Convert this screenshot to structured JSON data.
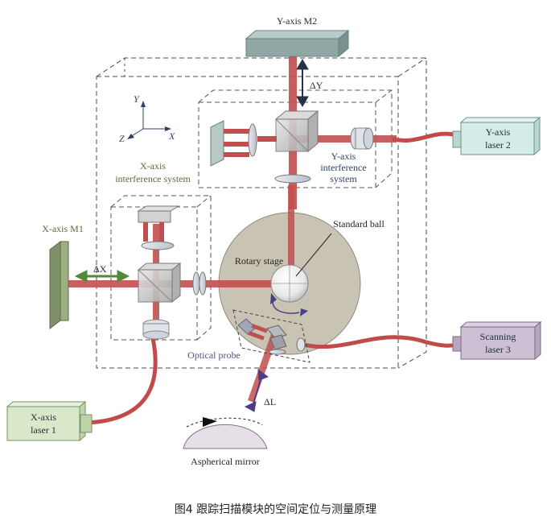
{
  "labels": {
    "y_mirror": "Y-axis M2",
    "delta_y": "ΔY",
    "axis_y": "Y",
    "axis_x": "X",
    "axis_z": "Z",
    "y_laser_line1": "Y-axis",
    "y_laser_line2": "laser 2",
    "x_interf_line1": "X-axis",
    "x_interf_line2": "interference system",
    "y_interf_line1": "Y-axis",
    "y_interf_line2": "interference",
    "y_interf_line3": "system",
    "x_mirror": "X-axis M1",
    "delta_x": "ΔX",
    "standard_ball": "Standard ball",
    "rotary_stage": "Rotary stage",
    "scan_laser_line1": "Scanning",
    "scan_laser_line2": "laser 3",
    "optical_probe": "Optical probe",
    "delta_l": "ΔL",
    "x_laser_line1": "X-axis",
    "x_laser_line2": "laser 1",
    "aspherical_mirror": "Aspherical mirror"
  },
  "caption": "图4 跟踪扫描模块的空间定位与测量原理",
  "colors": {
    "beam": "#c0504f",
    "fiber": "#c14b4b",
    "mirror_green": "#9caf82",
    "mirror_teal": "#8fa8a6",
    "laser_cyan": "#d4ece8",
    "laser_green": "#d9e8c9",
    "laser_purple": "#cdbfd4",
    "stage": "#c8c3b3",
    "arrow_green": "#4d8b3a",
    "arrow_dark": "#243447",
    "arrow_purple": "#4b3e84"
  }
}
